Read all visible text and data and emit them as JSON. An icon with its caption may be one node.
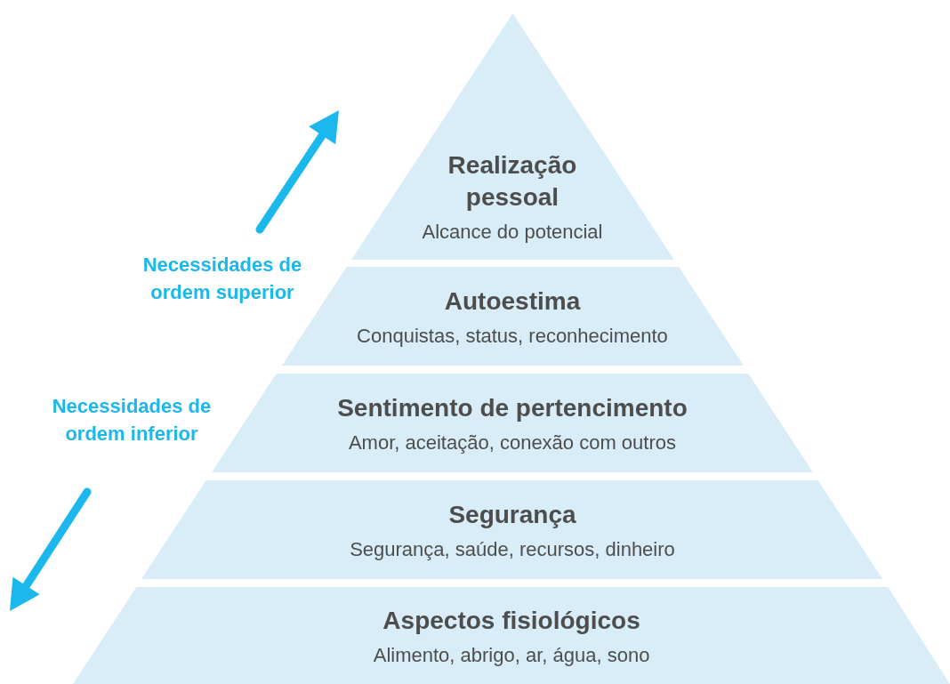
{
  "diagram": {
    "nodes": [
      {
        "text": [
          "Realização pessoal",
          "Alcance do potencial"
        ]
      },
      {
        "text": [
          "Autoestima",
          "Conquistas, status, reconhecimento"
        ]
      },
      {
        "text": [
          "Sentimento de pertencimento",
          "Amor, aceitação, conexão com outros"
        ]
      },
      {
        "text": [
          "Segurança",
          "Segurança, saúde, recursos, dinheiro"
        ]
      },
      {
        "text": [
          "Aspectos fisiológicos",
          "Alimento, abrigo, ar, água, sono"
        ]
      }
    ],
    "labels": [
      "Necessidades de ordem superior",
      "Necessidades de ordem inferior"
    ]
  }
}
